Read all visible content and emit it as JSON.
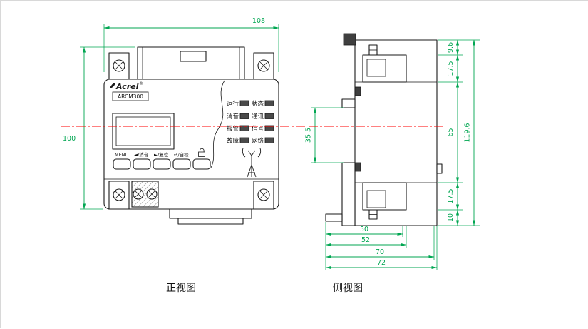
{
  "titles": {
    "front": "正视图",
    "side": "侧视图"
  },
  "front": {
    "dim_width": "108",
    "dim_height": "100",
    "brand": "Acrel",
    "registered": "®",
    "model": "ARCM300",
    "indicators": [
      {
        "l1": "运行",
        "l2": "状态"
      },
      {
        "l1": "消音",
        "l2": "通讯"
      },
      {
        "l1": "报警",
        "l2": "信号"
      },
      {
        "l1": "故障",
        "l2": "网络"
      }
    ],
    "buttons": [
      "MENU",
      "◄/消音",
      "►/复位",
      "↵/自检"
    ],
    "icons": {
      "lock": "lock-icon",
      "antenna": "antenna-icon"
    }
  },
  "side": {
    "segments": [
      "9.6",
      "17.5",
      "65",
      "17.5",
      "10"
    ],
    "total": "119.6",
    "rail": "35.5",
    "bottom": [
      "50",
      "52",
      "70",
      "72"
    ]
  },
  "colors": {
    "dimension": "#00A651",
    "centerline": "#FF0000",
    "outline": "#1A1A1A"
  }
}
